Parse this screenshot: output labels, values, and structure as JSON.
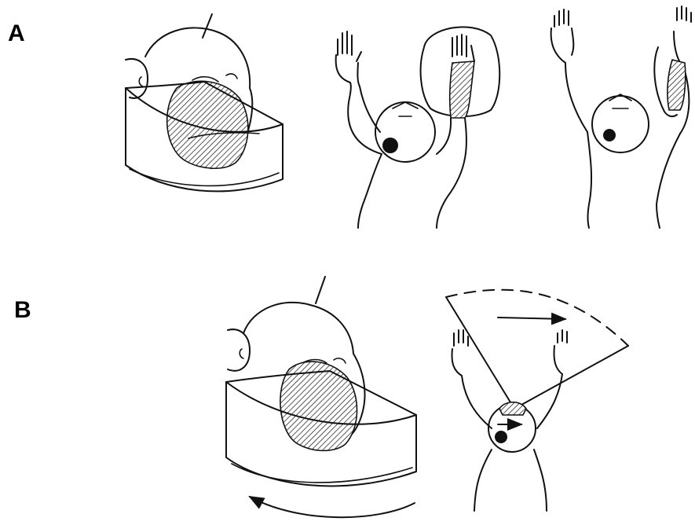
{
  "figure": {
    "panels": [
      {
        "id": "A",
        "label": "A"
      },
      {
        "id": "B",
        "label": "B"
      }
    ],
    "colors": {
      "ink": "#111111",
      "background": "#ffffff"
    }
  }
}
